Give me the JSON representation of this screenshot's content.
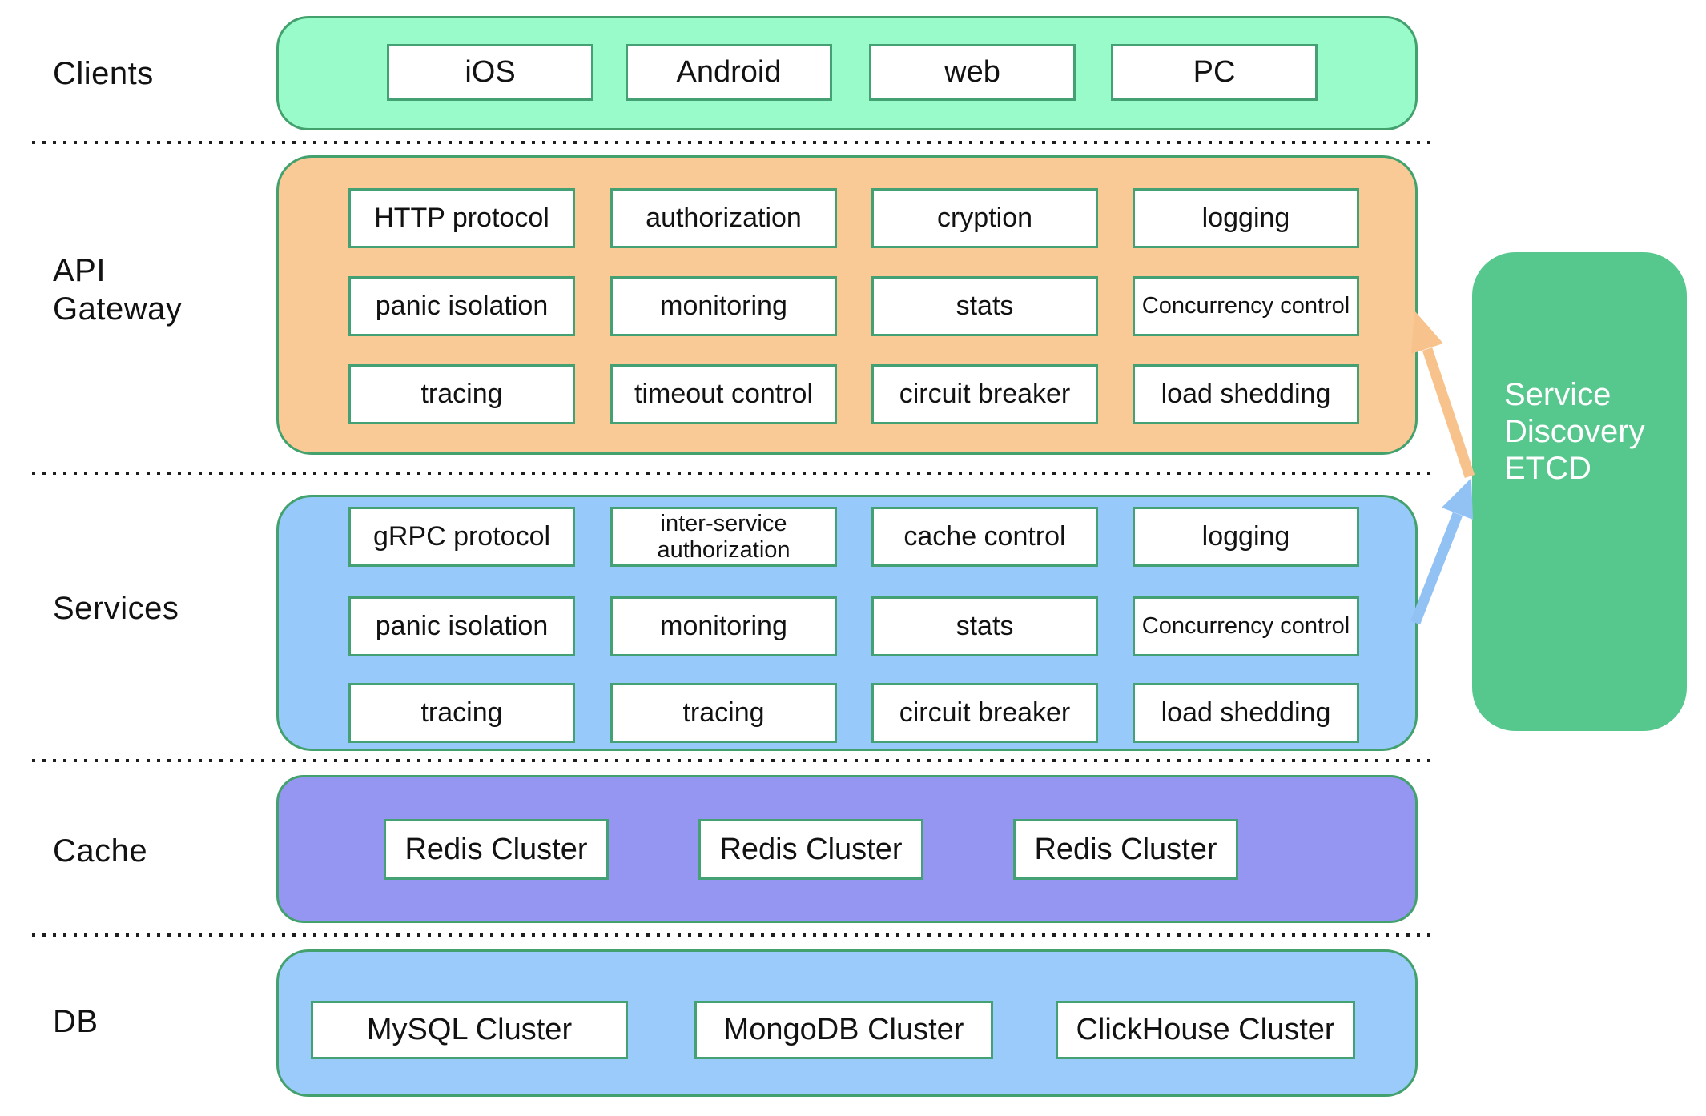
{
  "left_labels": {
    "clients": "Clients",
    "api_line1": "API",
    "api_line2": "Gateway",
    "services": "Services",
    "cache": "Cache",
    "db": "DB"
  },
  "clients": {
    "items": [
      "iOS",
      "Android",
      "web",
      "PC"
    ]
  },
  "api_gateway": {
    "rows": [
      [
        "HTTP protocol",
        "authorization",
        "cryption",
        "logging"
      ],
      [
        "panic isolation",
        "monitoring",
        "stats",
        "Concurrency control"
      ],
      [
        "tracing",
        "timeout control",
        "circuit breaker",
        "load shedding"
      ]
    ]
  },
  "services": {
    "rows": [
      [
        "gRPC protocol",
        "inter-service authorization",
        "cache control",
        "logging"
      ],
      [
        "panic isolation",
        "monitoring",
        "stats",
        "Concurrency control"
      ],
      [
        "tracing",
        "tracing",
        "circuit breaker",
        "load shedding"
      ]
    ]
  },
  "cache": {
    "items": [
      "Redis Cluster",
      "Redis Cluster",
      "Redis Cluster"
    ]
  },
  "db": {
    "items": [
      "MySQL Cluster",
      "MongoDB Cluster",
      "ClickHouse Cluster"
    ]
  },
  "service_discovery": {
    "lines": [
      "Service",
      "Discovery",
      "ETCD"
    ]
  },
  "colors": {
    "clients_band": "#99fbca",
    "api_band": "#f9ca96",
    "services_band": "#97c9fa",
    "cache_band": "#9496f1",
    "db_band": "#9acbfa",
    "discovery_box": "#56c78d",
    "band_border": "#43a16e",
    "box_border": "#44a173",
    "arrow_orange": "#f7c28c",
    "arrow_blue": "#92c1f4",
    "dot_color": "#1e1e1e",
    "text_color": "#121212"
  }
}
